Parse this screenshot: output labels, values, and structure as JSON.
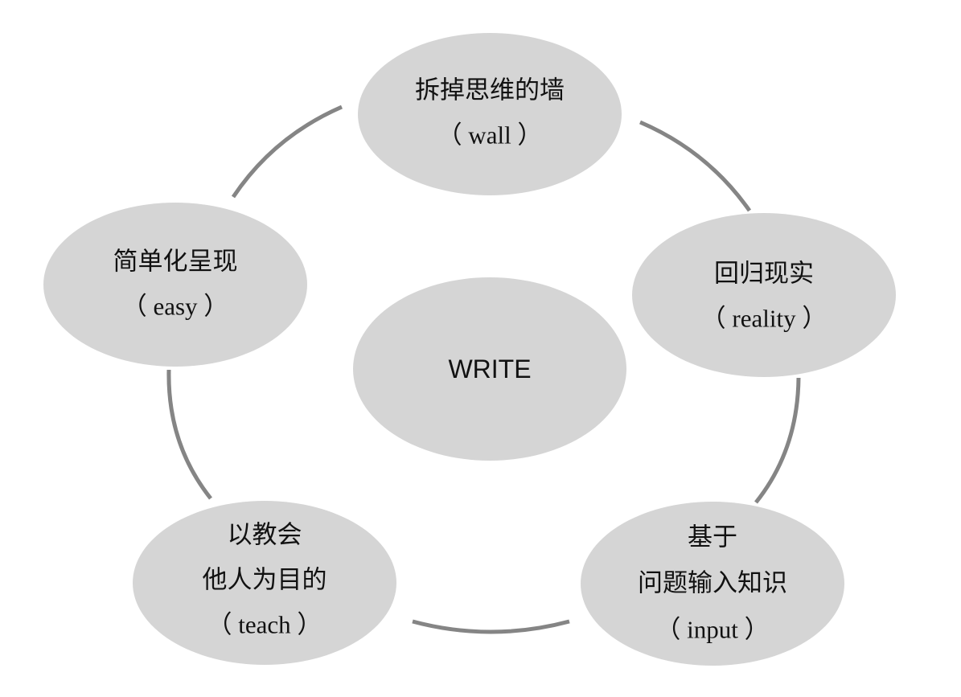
{
  "diagram": {
    "center": {
      "label": "WRITE"
    },
    "nodes": [
      {
        "lines": [
          "拆掉思维的墙",
          "（ wall ）"
        ]
      },
      {
        "lines": [
          "回归现实",
          "（ reality ）"
        ]
      },
      {
        "lines": [
          "基于",
          "问题输入知识",
          "（ input ）"
        ]
      },
      {
        "lines": [
          "以教会",
          "他人为目的",
          "（ teach ）"
        ]
      },
      {
        "lines": [
          "简单化呈现",
          "（ easy ）"
        ]
      }
    ]
  },
  "colors": {
    "background": "#ffffff",
    "node_fill": "#d5d5d5",
    "connector": "#858585",
    "text": "#111111"
  }
}
